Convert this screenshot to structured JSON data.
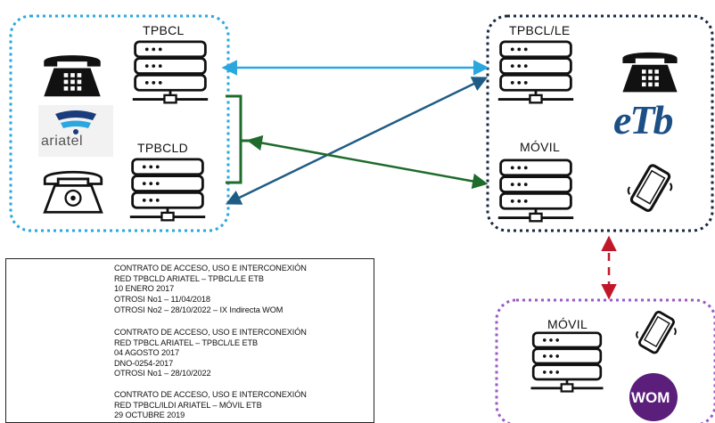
{
  "nodes": {
    "tpbcl": "TPBCL",
    "tpbcld": "TPBCLD",
    "tpbcl_le": "TPBCL/LE",
    "movil_etb": "MÓVIL",
    "movil_wom": "MÓVIL"
  },
  "brands": {
    "ariatel": "ariatel",
    "etb": "eTb",
    "wom": "WOM"
  },
  "colors": {
    "group_ariatel": "#2aa7df",
    "group_etb": "#1a2940",
    "group_wom": "#9b59c6",
    "line_tpbcld_etb": "#1f5c85",
    "line_otrosi2": "#c0182a",
    "line_tpbcl_etb": "#2aa7df",
    "line_movil_etb": "#1e6b2c"
  },
  "legend": [
    {
      "lines": [
        "CONTRATO DE ACCESO, USO E INTERCONEXIÓN",
        "RED TPBCLD ARIATEL – TPBCL/LE ETB",
        "10 ENERO 2017",
        "OTROSI No1 – 11/04/2018"
      ]
    },
    {
      "lines": [
        "OTROSI No2 – 28/10/2022 – IX Indirecta WOM"
      ]
    },
    {
      "lines": [
        "CONTRATO DE ACCESO, USO E INTERCONEXIÓN",
        "RED TPBCL ARIATEL – TPBCL/LE ETB",
        "04 AGOSTO 2017",
        "DNO-0254-2017",
        "OTROSI No1 – 28/10/2022"
      ]
    },
    {
      "lines": [
        "CONTRATO DE ACCESO, USO E INTERCONEXIÓN",
        "RED TPBCL/ILDI ARIATEL – MÓVIL ETB",
        "29 OCTUBRE 2019"
      ]
    }
  ]
}
